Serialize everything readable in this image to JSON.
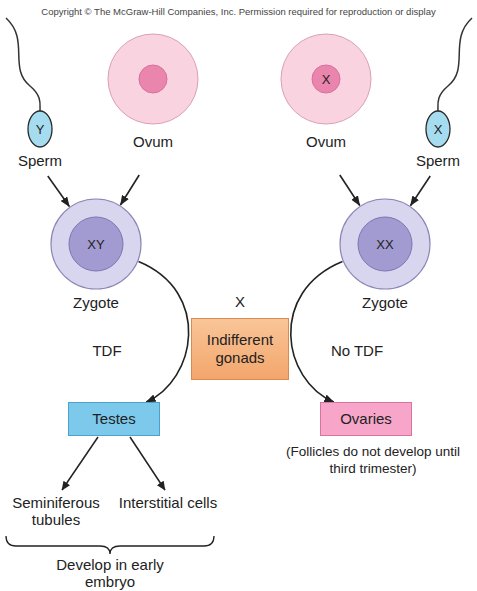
{
  "diagram": {
    "nodes": [
      {
        "text": [
          "Y",
          "Sperm"
        ]
      },
      {
        "text": [
          "Ovum"
        ]
      },
      {
        "text": [
          "X",
          "Ovum"
        ]
      },
      {
        "text": [
          "X",
          "Sperm"
        ]
      },
      {
        "text": [
          "XY",
          "Zygote"
        ]
      },
      {
        "text": [
          "XX",
          "Zygote"
        ]
      },
      {
        "text": [
          "Indifferent gonads"
        ]
      },
      {
        "text": [
          "Testes"
        ]
      },
      {
        "text": [
          "Ovaries"
        ]
      }
    ],
    "edges": [
      {
        "from": 0,
        "to": 4,
        "arrow": "to"
      },
      {
        "from": 1,
        "to": 4,
        "arrow": "to"
      },
      {
        "from": 2,
        "to": 5,
        "arrow": "to"
      },
      {
        "from": 3,
        "to": 5,
        "arrow": "to"
      },
      {
        "from": 4,
        "to": 7,
        "arrow": "to",
        "label": "TDF"
      },
      {
        "from": 5,
        "to": 8,
        "arrow": "to",
        "label": "No TDF"
      }
    ],
    "labels": [
      "Copyright © The McGraw-Hill Companies, Inc. Permission required for reproduction or display",
      "X",
      "(Follicles do not develop until third trimester)",
      "Seminiferous tubules",
      "Interstitial cells",
      "Develop in early embryo"
    ]
  }
}
